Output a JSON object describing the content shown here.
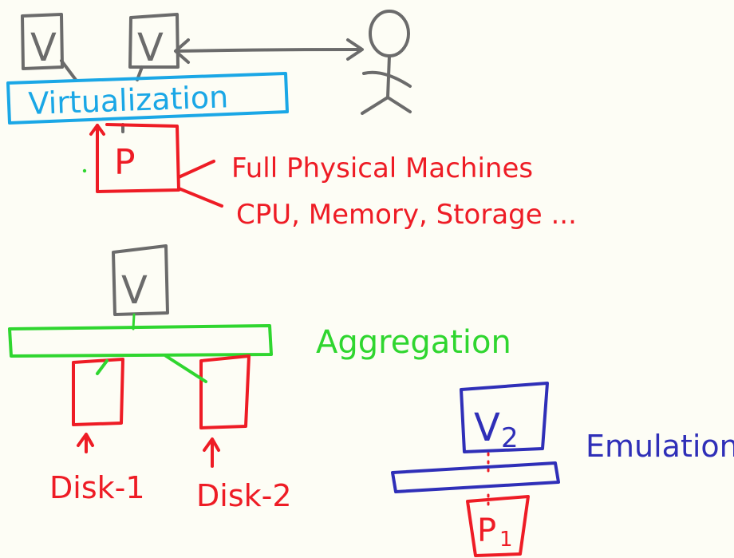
{
  "colors": {
    "background": "#fdfdf5",
    "gray": "#6b6b6b",
    "cyan": "#1aa7e6",
    "red": "#ee1c25",
    "green": "#2fd62f",
    "blue": "#2f2fb8"
  },
  "virtualization": {
    "label": "Virtualization",
    "vm_left": "V",
    "vm_right": "V",
    "physical": "P",
    "full_physical": "Full Physical Machines",
    "resources": "CPU, Memory, Storage ..."
  },
  "aggregation": {
    "label": "Aggregation",
    "vm": "V",
    "disk1": "Disk-1",
    "disk2": "Disk-2"
  },
  "emulation": {
    "label": "Emulation",
    "v2_main": "V",
    "v2_sub": "2",
    "p1_main": "P",
    "p1_sub": "1"
  }
}
